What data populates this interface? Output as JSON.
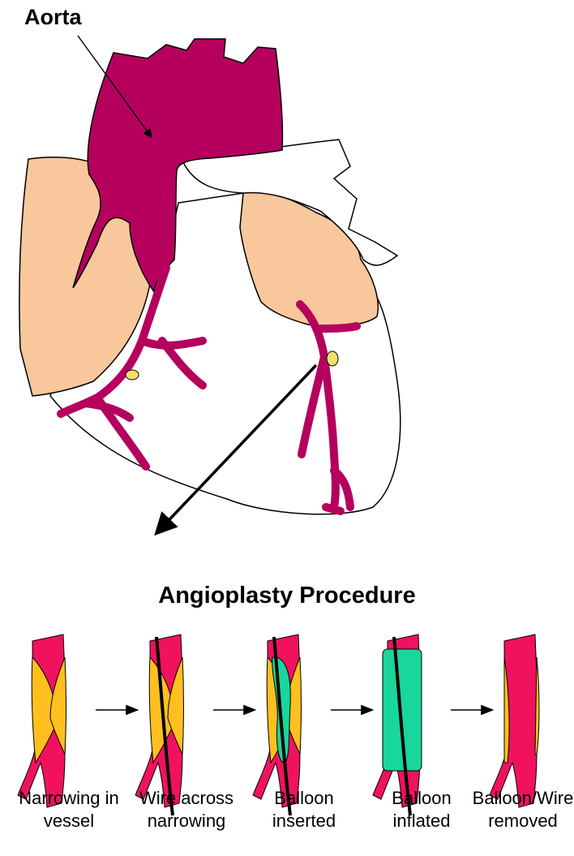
{
  "labels": {
    "aorta": "Aorta",
    "procedure_title": "Angioplasty Procedure"
  },
  "steps": [
    {
      "line1": "Narrowing in",
      "line2": "vessel"
    },
    {
      "line1": "Wire across",
      "line2": "narrowing"
    },
    {
      "line1": "Balloon",
      "line2": "inserted"
    },
    {
      "line1": "Balloon",
      "line2": "inflated"
    },
    {
      "line1": "Balloon/Wire",
      "line2": "removed"
    }
  ],
  "colors": {
    "aorta": "#b5005e",
    "artery": "#b5005e",
    "atrium": "#f9c79c",
    "plaque_heart": "#f0e06a",
    "vessel": "#f0125f",
    "plaque": "#ffc01e",
    "balloon": "#18d69c",
    "wire": "#000000"
  }
}
